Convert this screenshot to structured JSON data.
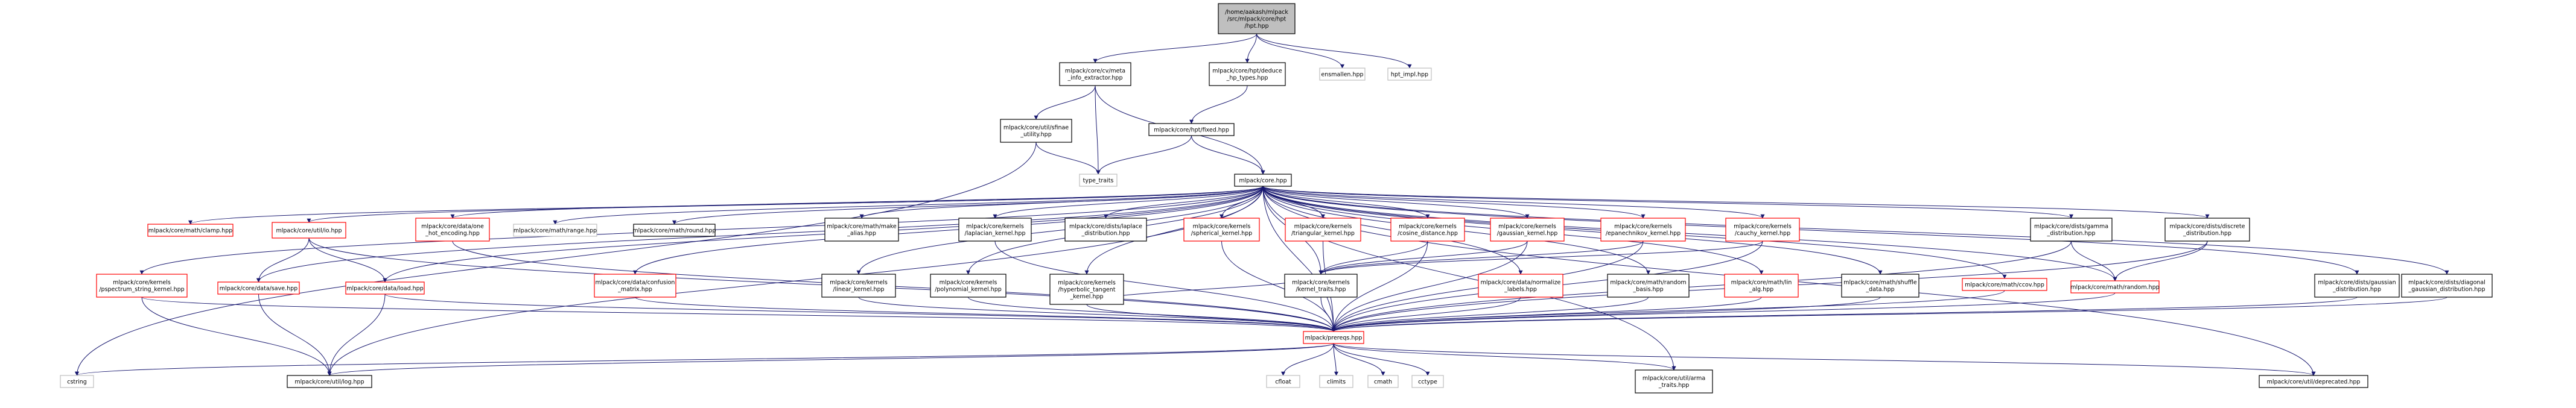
{
  "colors": {
    "root_fill": "#bfbfbf",
    "node_border": "#000000",
    "missing_border": "#ff0000",
    "system_border": "#bfbfbf",
    "edge": "#191970"
  },
  "nodes": [
    {
      "id": "hpt",
      "lines": [
        "/home/aakash/mlpack",
        "/src/mlpack/core/hpt",
        "/hpt.hpp"
      ],
      "style": "root"
    },
    {
      "id": "cv_meta",
      "lines": [
        "mlpack/core/cv/meta",
        "_info_extractor.hpp"
      ],
      "style": "normal"
    },
    {
      "id": "deduce",
      "lines": [
        "mlpack/core/hpt/deduce",
        "_hp_types.hpp"
      ],
      "style": "normal"
    },
    {
      "id": "ensmallen",
      "lines": [
        "ensmallen.hpp"
      ],
      "style": "system"
    },
    {
      "id": "hpt_impl",
      "lines": [
        "hpt_impl.hpp"
      ],
      "style": "system"
    },
    {
      "id": "sfinae",
      "lines": [
        "mlpack/core/util/sfinae",
        "_utility.hpp"
      ],
      "style": "normal"
    },
    {
      "id": "fixed",
      "lines": [
        "mlpack/core/hpt/fixed.hpp"
      ],
      "style": "normal"
    },
    {
      "id": "type_traits",
      "lines": [
        "type_traits"
      ],
      "style": "system"
    },
    {
      "id": "core",
      "lines": [
        "mlpack/core.hpp"
      ],
      "style": "normal"
    },
    {
      "id": "clamp",
      "lines": [
        "mlpack/core/math/clamp.hpp"
      ],
      "style": "missing"
    },
    {
      "id": "util_io",
      "lines": [
        "mlpack/core/util/io.hpp"
      ],
      "style": "missing"
    },
    {
      "id": "one_hot",
      "lines": [
        "mlpack/core/data/one",
        "_hot_encoding.hpp"
      ],
      "style": "missing"
    },
    {
      "id": "range",
      "lines": [
        "mlpack/core/math/range.hpp"
      ],
      "style": "system"
    },
    {
      "id": "round",
      "lines": [
        "mlpack/core/math/round.hpp"
      ],
      "style": "normal"
    },
    {
      "id": "make_alias",
      "lines": [
        "mlpack/core/math/make",
        "_alias.hpp"
      ],
      "style": "normal"
    },
    {
      "id": "laplacian_kernel",
      "lines": [
        "mlpack/core/kernels",
        "/laplacian_kernel.hpp"
      ],
      "style": "normal"
    },
    {
      "id": "laplace_dist",
      "lines": [
        "mlpack/core/dists/laplace",
        "_distribution.hpp"
      ],
      "style": "normal"
    },
    {
      "id": "spherical_kernel",
      "lines": [
        "mlpack/core/kernels",
        "/spherical_kernel.hpp"
      ],
      "style": "missing"
    },
    {
      "id": "triangular_kernel",
      "lines": [
        "mlpack/core/kernels",
        "/triangular_kernel.hpp"
      ],
      "style": "missing"
    },
    {
      "id": "cosine_distance",
      "lines": [
        "mlpack/core/kernels",
        "/cosine_distance.hpp"
      ],
      "style": "missing"
    },
    {
      "id": "gaussian_kernel",
      "lines": [
        "mlpack/core/kernels",
        "/gaussian_kernel.hpp"
      ],
      "style": "missing"
    },
    {
      "id": "epanechnikov",
      "lines": [
        "mlpack/core/kernels",
        "/epanechnikov_kernel.hpp"
      ],
      "style": "missing"
    },
    {
      "id": "cauchy",
      "lines": [
        "mlpack/core/kernels",
        "/cauchy_kernel.hpp"
      ],
      "style": "missing"
    },
    {
      "id": "gamma_dist",
      "lines": [
        "mlpack/core/dists/gamma",
        "_distribution.hpp"
      ],
      "style": "normal"
    },
    {
      "id": "discrete_dist",
      "lines": [
        "mlpack/core/dists/discrete",
        "_distribution.hpp"
      ],
      "style": "normal"
    },
    {
      "id": "pspectrum",
      "lines": [
        "mlpack/core/kernels",
        "/pspectrum_string_kernel.hpp"
      ],
      "style": "missing"
    },
    {
      "id": "save",
      "lines": [
        "mlpack/core/data/save.hpp"
      ],
      "style": "missing"
    },
    {
      "id": "load",
      "lines": [
        "mlpack/core/data/load.hpp"
      ],
      "style": "missing"
    },
    {
      "id": "confusion",
      "lines": [
        "mlpack/core/data/confusion",
        "_matrix.hpp"
      ],
      "style": "missing"
    },
    {
      "id": "linear_kernel",
      "lines": [
        "mlpack/core/kernels",
        "/linear_kernel.hpp"
      ],
      "style": "normal"
    },
    {
      "id": "polynomial_kernel",
      "lines": [
        "mlpack/core/kernels",
        "/polynomial_kernel.hpp"
      ],
      "style": "normal"
    },
    {
      "id": "hyperbolic",
      "lines": [
        "mlpack/core/kernels",
        "/hyperbolic_tangent",
        "_kernel.hpp"
      ],
      "style": "normal"
    },
    {
      "id": "kernel_traits",
      "lines": [
        "mlpack/core/kernels",
        "/kernel_traits.hpp"
      ],
      "style": "normal"
    },
    {
      "id": "normalize",
      "lines": [
        "mlpack/core/data/normalize",
        "_labels.hpp"
      ],
      "style": "missing"
    },
    {
      "id": "random_basis",
      "lines": [
        "mlpack/core/math/random",
        "_basis.hpp"
      ],
      "style": "normal"
    },
    {
      "id": "lin_alg",
      "lines": [
        "mlpack/core/math/lin",
        "_alg.hpp"
      ],
      "style": "missing"
    },
    {
      "id": "shuffle",
      "lines": [
        "mlpack/core/math/shuffle",
        "_data.hpp"
      ],
      "style": "normal"
    },
    {
      "id": "ccov",
      "lines": [
        "mlpack/core/math/ccov.hpp"
      ],
      "style": "missing"
    },
    {
      "id": "random",
      "lines": [
        "mlpack/core/math/random.hpp"
      ],
      "style": "missing"
    },
    {
      "id": "gaussian_dist",
      "lines": [
        "mlpack/core/dists/gaussian",
        "_distribution.hpp"
      ],
      "style": "normal"
    },
    {
      "id": "diag_gaussian",
      "lines": [
        "mlpack/core/dists/diagonal",
        "_gaussian_distribution.hpp"
      ],
      "style": "normal"
    },
    {
      "id": "prereqs",
      "lines": [
        "mlpack/prereqs.hpp"
      ],
      "style": "missing"
    },
    {
      "id": "cstring",
      "lines": [
        "cstring"
      ],
      "style": "system"
    },
    {
      "id": "log",
      "lines": [
        "mlpack/core/util/log.hpp"
      ],
      "style": "normal"
    },
    {
      "id": "cfloat",
      "lines": [
        "cfloat"
      ],
      "style": "system"
    },
    {
      "id": "climits",
      "lines": [
        "climits"
      ],
      "style": "system"
    },
    {
      "id": "cmath",
      "lines": [
        "cmath"
      ],
      "style": "system"
    },
    {
      "id": "cctype",
      "lines": [
        "cctype"
      ],
      "style": "system"
    },
    {
      "id": "arma_traits",
      "lines": [
        "mlpack/core/util/arma",
        "_traits.hpp"
      ],
      "style": "normal"
    },
    {
      "id": "deprecated",
      "lines": [
        "mlpack/core/util/deprecated.hpp"
      ],
      "style": "normal"
    }
  ],
  "edges": [
    [
      "hpt",
      "cv_meta"
    ],
    [
      "hpt",
      "deduce"
    ],
    [
      "hpt",
      "ensmallen"
    ],
    [
      "hpt",
      "hpt_impl"
    ],
    [
      "cv_meta",
      "sfinae"
    ],
    [
      "cv_meta",
      "type_traits"
    ],
    [
      "cv_meta",
      "core"
    ],
    [
      "deduce",
      "fixed"
    ],
    [
      "sfinae",
      "type_traits"
    ],
    [
      "sfinae",
      "cstring"
    ],
    [
      "fixed",
      "type_traits"
    ],
    [
      "fixed",
      "core"
    ],
    [
      "core",
      "clamp"
    ],
    [
      "core",
      "util_io"
    ],
    [
      "core",
      "one_hot"
    ],
    [
      "core",
      "range"
    ],
    [
      "core",
      "round"
    ],
    [
      "core",
      "make_alias"
    ],
    [
      "core",
      "laplacian_kernel"
    ],
    [
      "core",
      "laplace_dist"
    ],
    [
      "core",
      "spherical_kernel"
    ],
    [
      "core",
      "triangular_kernel"
    ],
    [
      "core",
      "cosine_distance"
    ],
    [
      "core",
      "gaussian_kernel"
    ],
    [
      "core",
      "epanechnikov"
    ],
    [
      "core",
      "cauchy"
    ],
    [
      "core",
      "gamma_dist"
    ],
    [
      "core",
      "discrete_dist"
    ],
    [
      "core",
      "pspectrum"
    ],
    [
      "core",
      "save"
    ],
    [
      "core",
      "load"
    ],
    [
      "core",
      "confusion"
    ],
    [
      "core",
      "linear_kernel"
    ],
    [
      "core",
      "polynomial_kernel"
    ],
    [
      "core",
      "hyperbolic"
    ],
    [
      "core",
      "kernel_traits"
    ],
    [
      "core",
      "normalize"
    ],
    [
      "core",
      "random_basis"
    ],
    [
      "core",
      "lin_alg"
    ],
    [
      "core",
      "shuffle"
    ],
    [
      "core",
      "ccov"
    ],
    [
      "core",
      "random"
    ],
    [
      "core",
      "gaussian_dist"
    ],
    [
      "core",
      "diag_gaussian"
    ],
    [
      "core",
      "prereqs"
    ],
    [
      "core",
      "log"
    ],
    [
      "core",
      "arma_traits"
    ],
    [
      "core",
      "deprecated"
    ],
    [
      "util_io",
      "save"
    ],
    [
      "util_io",
      "load"
    ],
    [
      "util_io",
      "prereqs"
    ],
    [
      "one_hot",
      "prereqs"
    ],
    [
      "laplacian_kernel",
      "prereqs"
    ],
    [
      "spherical_kernel",
      "prereqs"
    ],
    [
      "triangular_kernel",
      "prereqs"
    ],
    [
      "cosine_distance",
      "kernel_traits"
    ],
    [
      "cosine_distance",
      "prereqs"
    ],
    [
      "gaussian_kernel",
      "kernel_traits"
    ],
    [
      "gaussian_kernel",
      "prereqs"
    ],
    [
      "epanechnikov",
      "kernel_traits"
    ],
    [
      "epanechnikov",
      "prereqs"
    ],
    [
      "cauchy",
      "kernel_traits"
    ],
    [
      "cauchy",
      "prereqs"
    ],
    [
      "gamma_dist",
      "random"
    ],
    [
      "gamma_dist",
      "prereqs"
    ],
    [
      "discrete_dist",
      "random"
    ],
    [
      "discrete_dist",
      "prereqs"
    ],
    [
      "pspectrum",
      "log"
    ],
    [
      "pspectrum",
      "prereqs"
    ],
    [
      "save",
      "log"
    ],
    [
      "load",
      "log"
    ],
    [
      "load",
      "prereqs"
    ],
    [
      "confusion",
      "prereqs"
    ],
    [
      "linear_kernel",
      "prereqs"
    ],
    [
      "polynomial_kernel",
      "prereqs"
    ],
    [
      "hyperbolic",
      "kernel_traits"
    ],
    [
      "hyperbolic",
      "prereqs"
    ],
    [
      "kernel_traits",
      "prereqs"
    ],
    [
      "normalize",
      "prereqs"
    ],
    [
      "random_basis",
      "prereqs"
    ],
    [
      "lin_alg",
      "prereqs"
    ],
    [
      "shuffle",
      "prereqs"
    ],
    [
      "ccov",
      "prereqs"
    ],
    [
      "random",
      "prereqs"
    ],
    [
      "gaussian_dist",
      "prereqs"
    ],
    [
      "diag_gaussian",
      "prereqs"
    ],
    [
      "prereqs",
      "cstring"
    ],
    [
      "prereqs",
      "log"
    ],
    [
      "prereqs",
      "cfloat"
    ],
    [
      "prereqs",
      "climits"
    ],
    [
      "prereqs",
      "cmath"
    ],
    [
      "prereqs",
      "cctype"
    ],
    [
      "prereqs",
      "arma_traits"
    ],
    [
      "prereqs",
      "deprecated"
    ]
  ]
}
